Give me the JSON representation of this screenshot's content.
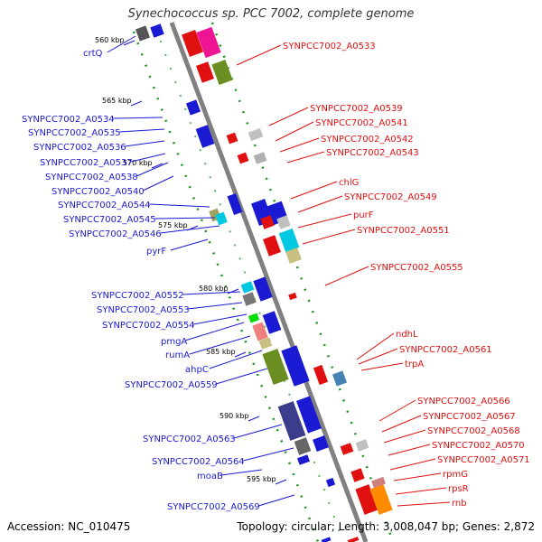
{
  "title": "Synechococcus sp. PCC 7002, complete genome",
  "accession": "Accession: NC_010475",
  "topology": "Topology: circular; Length: 3,008,047 bp; Genes: 2,872",
  "colors": {
    "backbone": "#808080",
    "reverse_label": "#1a1ad2",
    "forward_label": "#e01010",
    "ring_green": "#1a961a"
  },
  "ticks": [
    "560 kbp",
    "565 kbp",
    "570 kbp",
    "575 kbp",
    "580 kbp",
    "585 kbp",
    "590 kbp",
    "595 kbp"
  ],
  "reverse_genes": [
    "crtQ",
    "SYNPCC7002_A0534",
    "SYNPCC7002_A0535",
    "SYNPCC7002_A0536",
    "SYNPCC7002_A0537",
    "SYNPCC7002_A0538",
    "SYNPCC7002_A0540",
    "SYNPCC7002_A0544",
    "SYNPCC7002_A0545",
    "SYNPCC7002_A0546",
    "pyrF",
    "SYNPCC7002_A0552",
    "SYNPCC7002_A0553",
    "SYNPCC7002_A0554",
    "pmgA",
    "rumA",
    "ahpC",
    "SYNPCC7002_A0559",
    "SYNPCC7002_A0563",
    "SYNPCC7002_A0564",
    "moaB",
    "SYNPCC7002_A0569"
  ],
  "forward_genes": [
    "SYNPCC7002_A0533",
    "SYNPCC7002_A0539",
    "SYNPCC7002_A0541",
    "SYNPCC7002_A0542",
    "SYNPCC7002_A0543",
    "chlG",
    "SYNPCC7002_A0549",
    "purF",
    "SYNPCC7002_A0551",
    "SYNPCC7002_A0555",
    "ndhL",
    "SYNPCC7002_A0561",
    "trpA",
    "SYNPCC7002_A0566",
    "SYNPCC7002_A0567",
    "SYNPCC7002_A0568",
    "SYNPCC7002_A0570",
    "SYNPCC7002_A0571",
    "rpmG",
    "rpsR",
    "rnb"
  ]
}
